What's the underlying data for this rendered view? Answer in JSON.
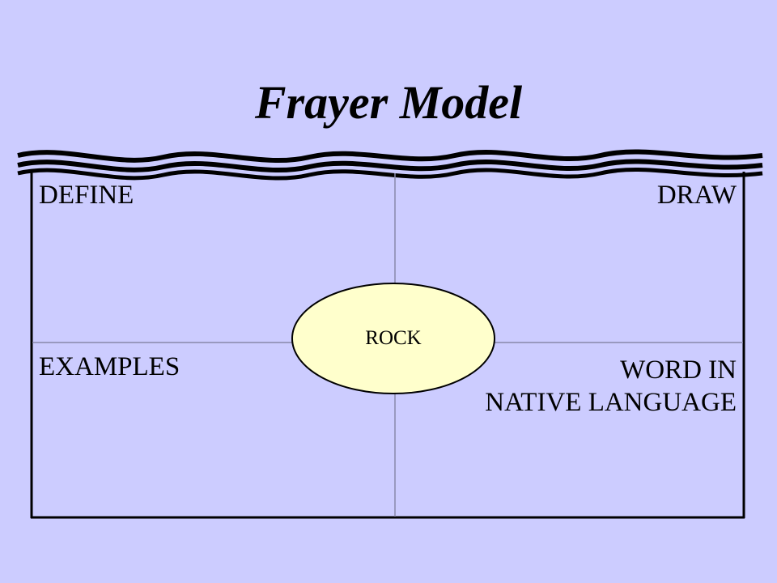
{
  "colors": {
    "background": "#ccccff",
    "center_oval_fill": "#ffffcc",
    "line": "#000000",
    "divider": "#8888aa"
  },
  "title": "Frayer Model",
  "quadrants": {
    "top_left": "DEFINE",
    "top_right": "DRAW",
    "bottom_left": "EXAMPLES",
    "bottom_right_line1": "WORD IN",
    "bottom_right_line2": "NATIVE LANGUAGE"
  },
  "center_word": "ROCK"
}
